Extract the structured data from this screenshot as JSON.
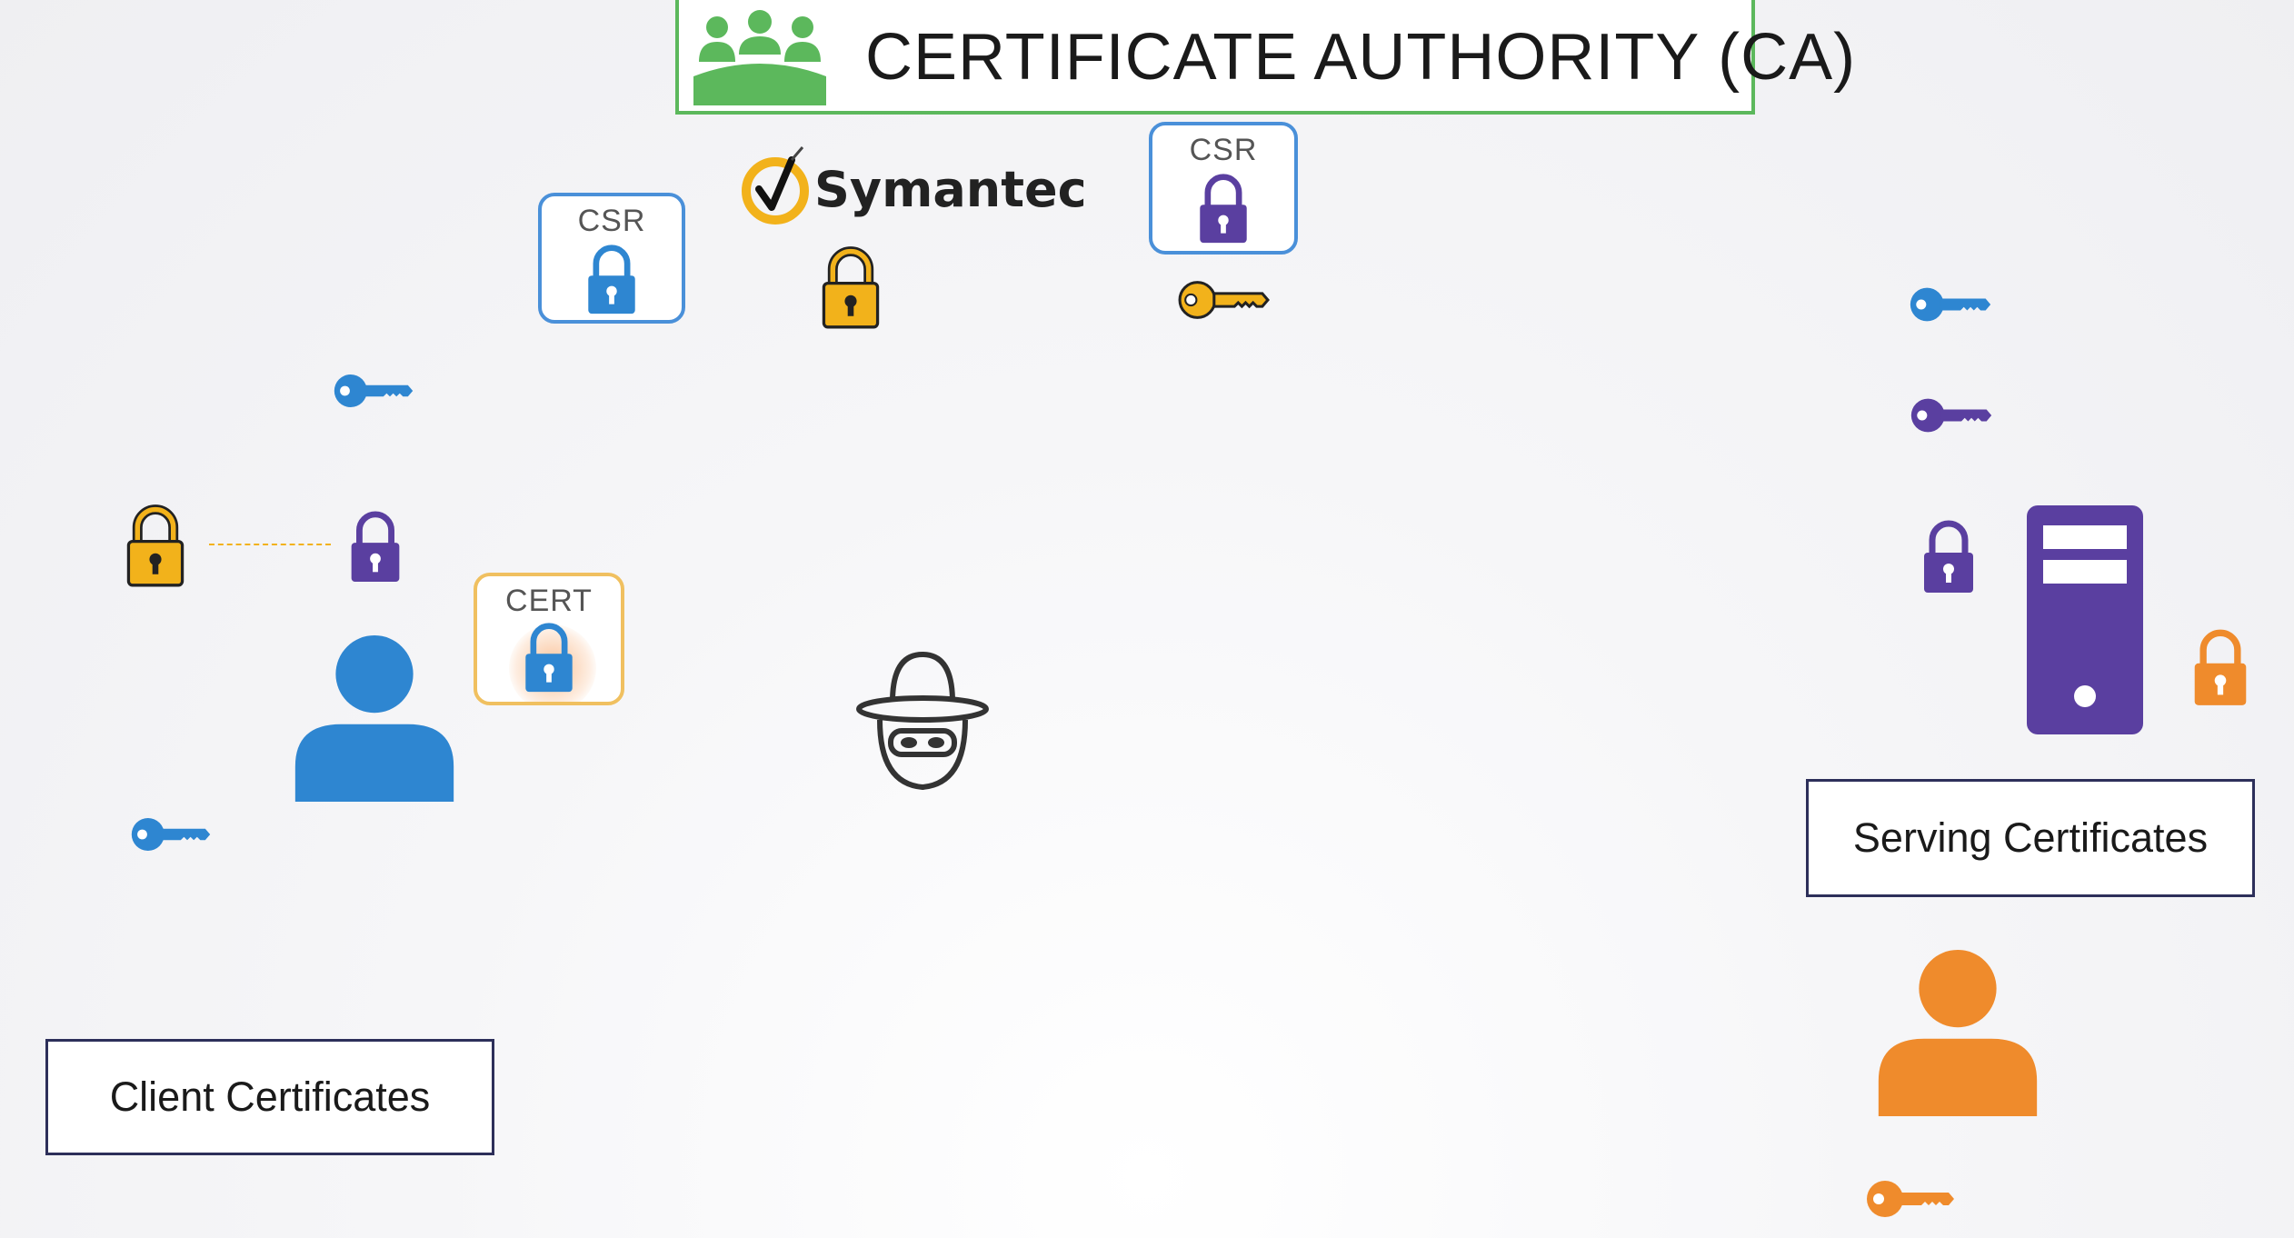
{
  "header": {
    "title": "CERTIFICATE AUTHORITY (CA)"
  },
  "brand": {
    "name": "Symantec"
  },
  "documents": {
    "client_csr_label": "CSR",
    "server_csr_label": "CSR",
    "client_cert_label": "CERT"
  },
  "labels": {
    "client": "Client Certificates",
    "server": "Serving Certificates"
  },
  "colors": {
    "ca_green": "#5cb85c",
    "blue": "#2e86d1",
    "purple": "#5a3fa0",
    "gold": "#f2b21b",
    "orange": "#ef8b2c",
    "label_border": "#2d2f5a"
  },
  "icons": [
    "group-icon",
    "symantec-check-icon",
    "lock-icon",
    "key-icon",
    "user-icon",
    "hacker-icon",
    "server-icon"
  ]
}
